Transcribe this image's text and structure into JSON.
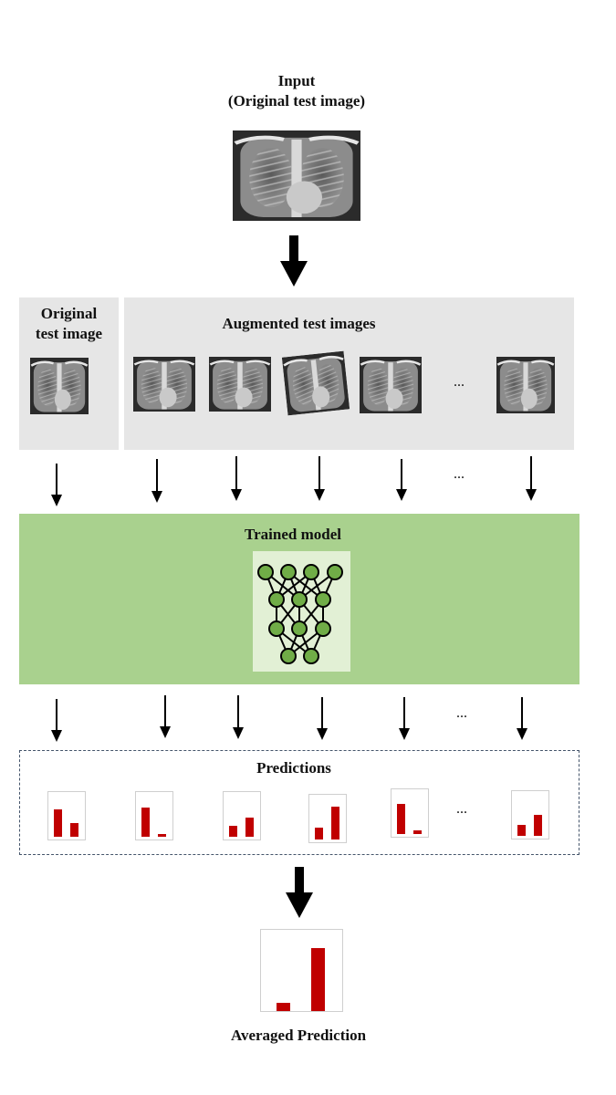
{
  "input": {
    "title_line1": "Input",
    "title_line2": "(Original test image)"
  },
  "original_panel": {
    "title_line1": "Original",
    "title_line2": "test image"
  },
  "augmented_panel": {
    "title": "Augmented test images",
    "ellipsis": "..."
  },
  "model": {
    "title": "Trained model"
  },
  "predictions": {
    "title": "Predictions",
    "ellipsis": "...",
    "items": [
      {
        "values": [
          0.65,
          0.32
        ]
      },
      {
        "values": [
          0.7,
          0.07
        ]
      },
      {
        "values": [
          0.25,
          0.45
        ]
      },
      {
        "values": [
          0.28,
          0.78
        ]
      },
      {
        "values": [
          0.72,
          0.09
        ]
      },
      {
        "values": [
          0.27,
          0.5
        ]
      }
    ]
  },
  "averaged": {
    "title": "Averaged Prediction",
    "values": [
      0.1,
      0.78
    ]
  },
  "arrow_ellipsis": "...",
  "colors": {
    "panel_grey": "#e6e6e6",
    "model_green": "#a9d18e",
    "net_bg": "#e2f0d5",
    "node_green": "#70ad47",
    "bar_red": "#c00000",
    "dashed_border": "#44546a"
  }
}
